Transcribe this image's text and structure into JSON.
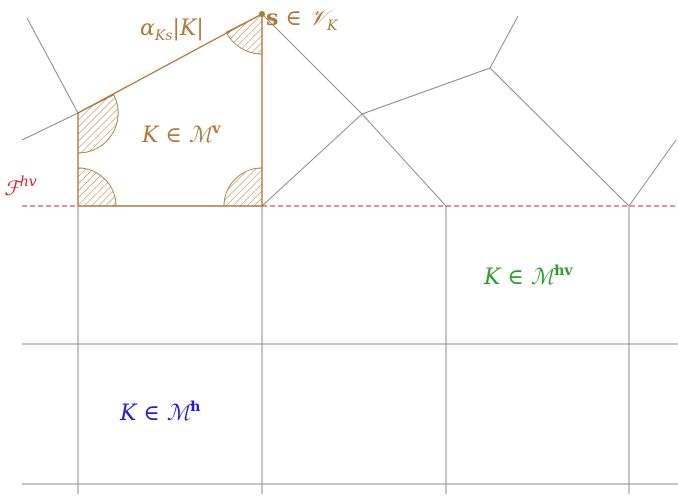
{
  "labels": {
    "area_formula": {
      "alpha": "α",
      "sub": "Ks",
      "tail": "|K|"
    },
    "vertex": {
      "s": "s",
      "rel": " ∈ ",
      "set": "𝒱",
      "sub": "K"
    },
    "cell_v": {
      "k": "K",
      "rel": " ∈ ",
      "set": "ℳ",
      "sup": "v"
    },
    "cell_hv": {
      "k": "K",
      "rel": " ∈ ",
      "set": "ℳ",
      "sup": "hv"
    },
    "cell_h": {
      "k": "K",
      "rel": " ∈ ",
      "set": "ℳ",
      "sup": "h"
    },
    "interface": {
      "set": "ℱ",
      "sup": "hv"
    }
  },
  "colors": {
    "mesh": "#8c8c8c",
    "highlighted_cell": "#b07a3a",
    "interface": "#d1282a",
    "hv_label": "#2ca02c",
    "h_label": "#1f1fe0"
  }
}
